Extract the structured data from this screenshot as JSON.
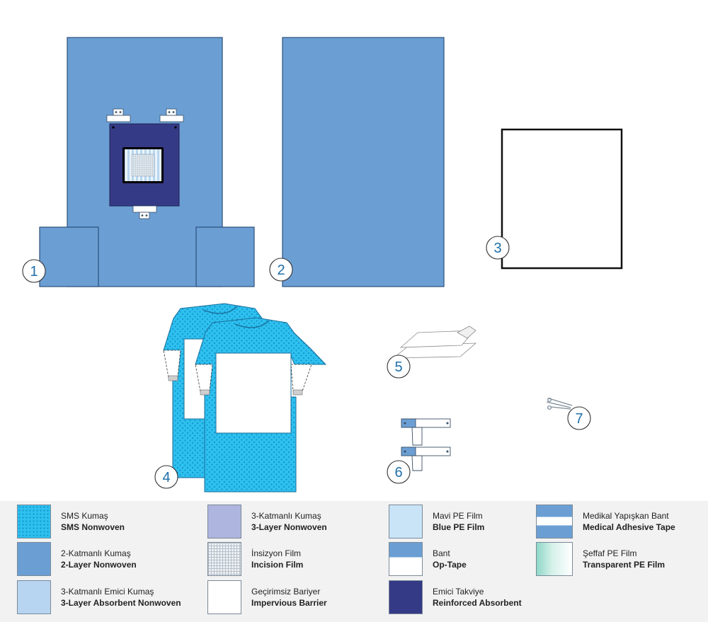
{
  "item_numbers": [
    "1",
    "2",
    "3",
    "4",
    "5",
    "6",
    "7"
  ],
  "colors": {
    "two_layer": "#6b9fd4",
    "reinforced": "#353a86",
    "sms": "#2dbfee",
    "outline": "#2c4f7a"
  },
  "legend": [
    {
      "tr": "SMS Kumaş",
      "en": "SMS Nonwoven",
      "swatch": "sms"
    },
    {
      "tr": "2-Katmanlı Kumaş",
      "en": "2-Layer Nonwoven",
      "swatch": "two-layer"
    },
    {
      "tr": "3-Katmanlı Emici Kumaş",
      "en": "3-Layer Absorbent Nonwoven",
      "swatch": "three-layer-absorbent"
    },
    {
      "tr": "3-Katmanlı Kumaş",
      "en": "3-Layer Nonwoven",
      "swatch": "three-layer"
    },
    {
      "tr": "İnsizyon Film",
      "en": "Incision Film",
      "swatch": "incision-film"
    },
    {
      "tr": "Geçirimsiz Bariyer",
      "en": "Impervious Barrier",
      "swatch": "impervious-barrier"
    },
    {
      "tr": "Mavi PE Film",
      "en": "Blue PE Film",
      "swatch": "blue-pe-film"
    },
    {
      "tr": "Bant",
      "en": "Op-Tape",
      "swatch": "op-tape"
    },
    {
      "tr": "Emici Takviye",
      "en": "Reinforced Absorbent",
      "swatch": "reinforced-absorbent"
    },
    {
      "tr": "Medikal Yapışkan Bant",
      "en": "Medical Adhesive Tape",
      "swatch": "medical-adhesive-tape"
    },
    {
      "tr": "Şeffaf PE Film",
      "en": "Transparent PE Film",
      "swatch": "transparent-pe-film"
    }
  ]
}
